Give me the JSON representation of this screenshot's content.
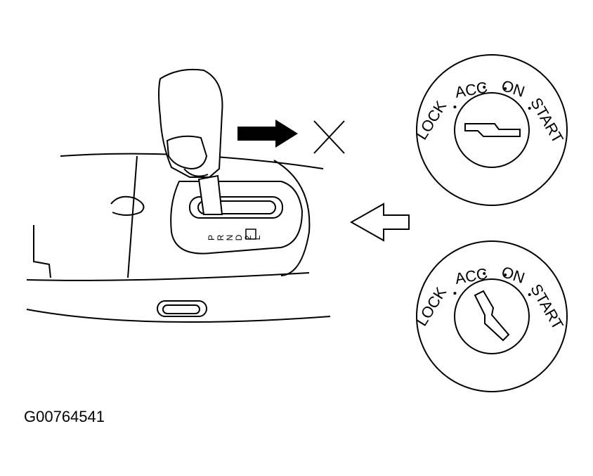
{
  "figure_id": "G00764541",
  "shift_positions": [
    "P",
    "R",
    "N",
    "D",
    "2",
    "L"
  ],
  "ignition_labels": {
    "lock": "LOCK",
    "acc": "ACC",
    "on": "ON",
    "start": "START"
  },
  "icons": {
    "shift_arrow": "right-arrow-solid-icon",
    "prohibited": "x-mark-icon",
    "indicator_arrow": "left-arrow-outline-icon"
  },
  "colors": {
    "line": "#000000",
    "background": "#ffffff"
  }
}
